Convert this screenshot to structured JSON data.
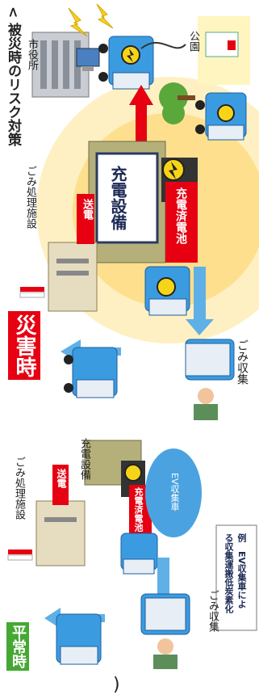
{
  "header": {
    "title": "< 被災時のリスク対策"
  },
  "disaster": {
    "badge": "災害時",
    "labels": {
      "city_hall": "市役所",
      "park": "公園",
      "facility": "ごみ処理施設",
      "charging": "充電設備",
      "battery": "充電済電池",
      "power": "送電",
      "collection": "ごみ収集"
    }
  },
  "normal": {
    "badge": "平常時",
    "labels": {
      "facility": "ごみ処理施設",
      "charging": "充電設備",
      "battery": "充電済電池",
      "power": "送電",
      "collection": "ごみ収集",
      "ev": "EV収集車",
      "example": "例　EV収集車によ\nる収集運搬低炭素化"
    }
  },
  "footer": {
    "mark": ")"
  },
  "colors": {
    "truck_blue": "#3b9be0",
    "red": "#e60012",
    "green_badge": "#44a833",
    "glow": "#fbd46a",
    "arrow_blue": "#5fb0e6",
    "bolt": "#f7d417"
  }
}
